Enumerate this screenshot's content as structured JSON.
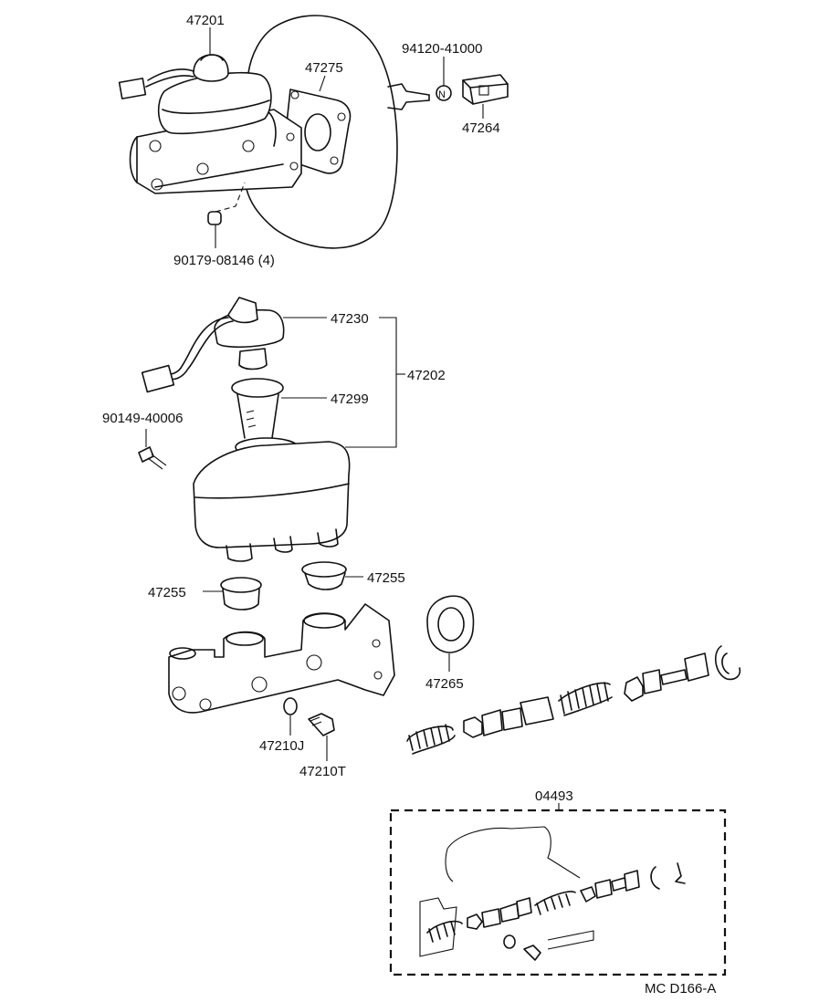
{
  "diagram": {
    "footer_code": "MC  D166-A",
    "labels": {
      "p47201": "47201",
      "p47275": "47275",
      "p94120": "94120-41000",
      "p47264": "47264",
      "p90179": "90179-08146 (4)",
      "p47230": "47230",
      "p47202": "47202",
      "p47299": "47299",
      "p90149": "90149-40006",
      "p47255a": "47255",
      "p47255b": "47255",
      "p47265": "47265",
      "p47210j": "47210J",
      "p47210t": "47210T",
      "p04493": "04493"
    }
  }
}
